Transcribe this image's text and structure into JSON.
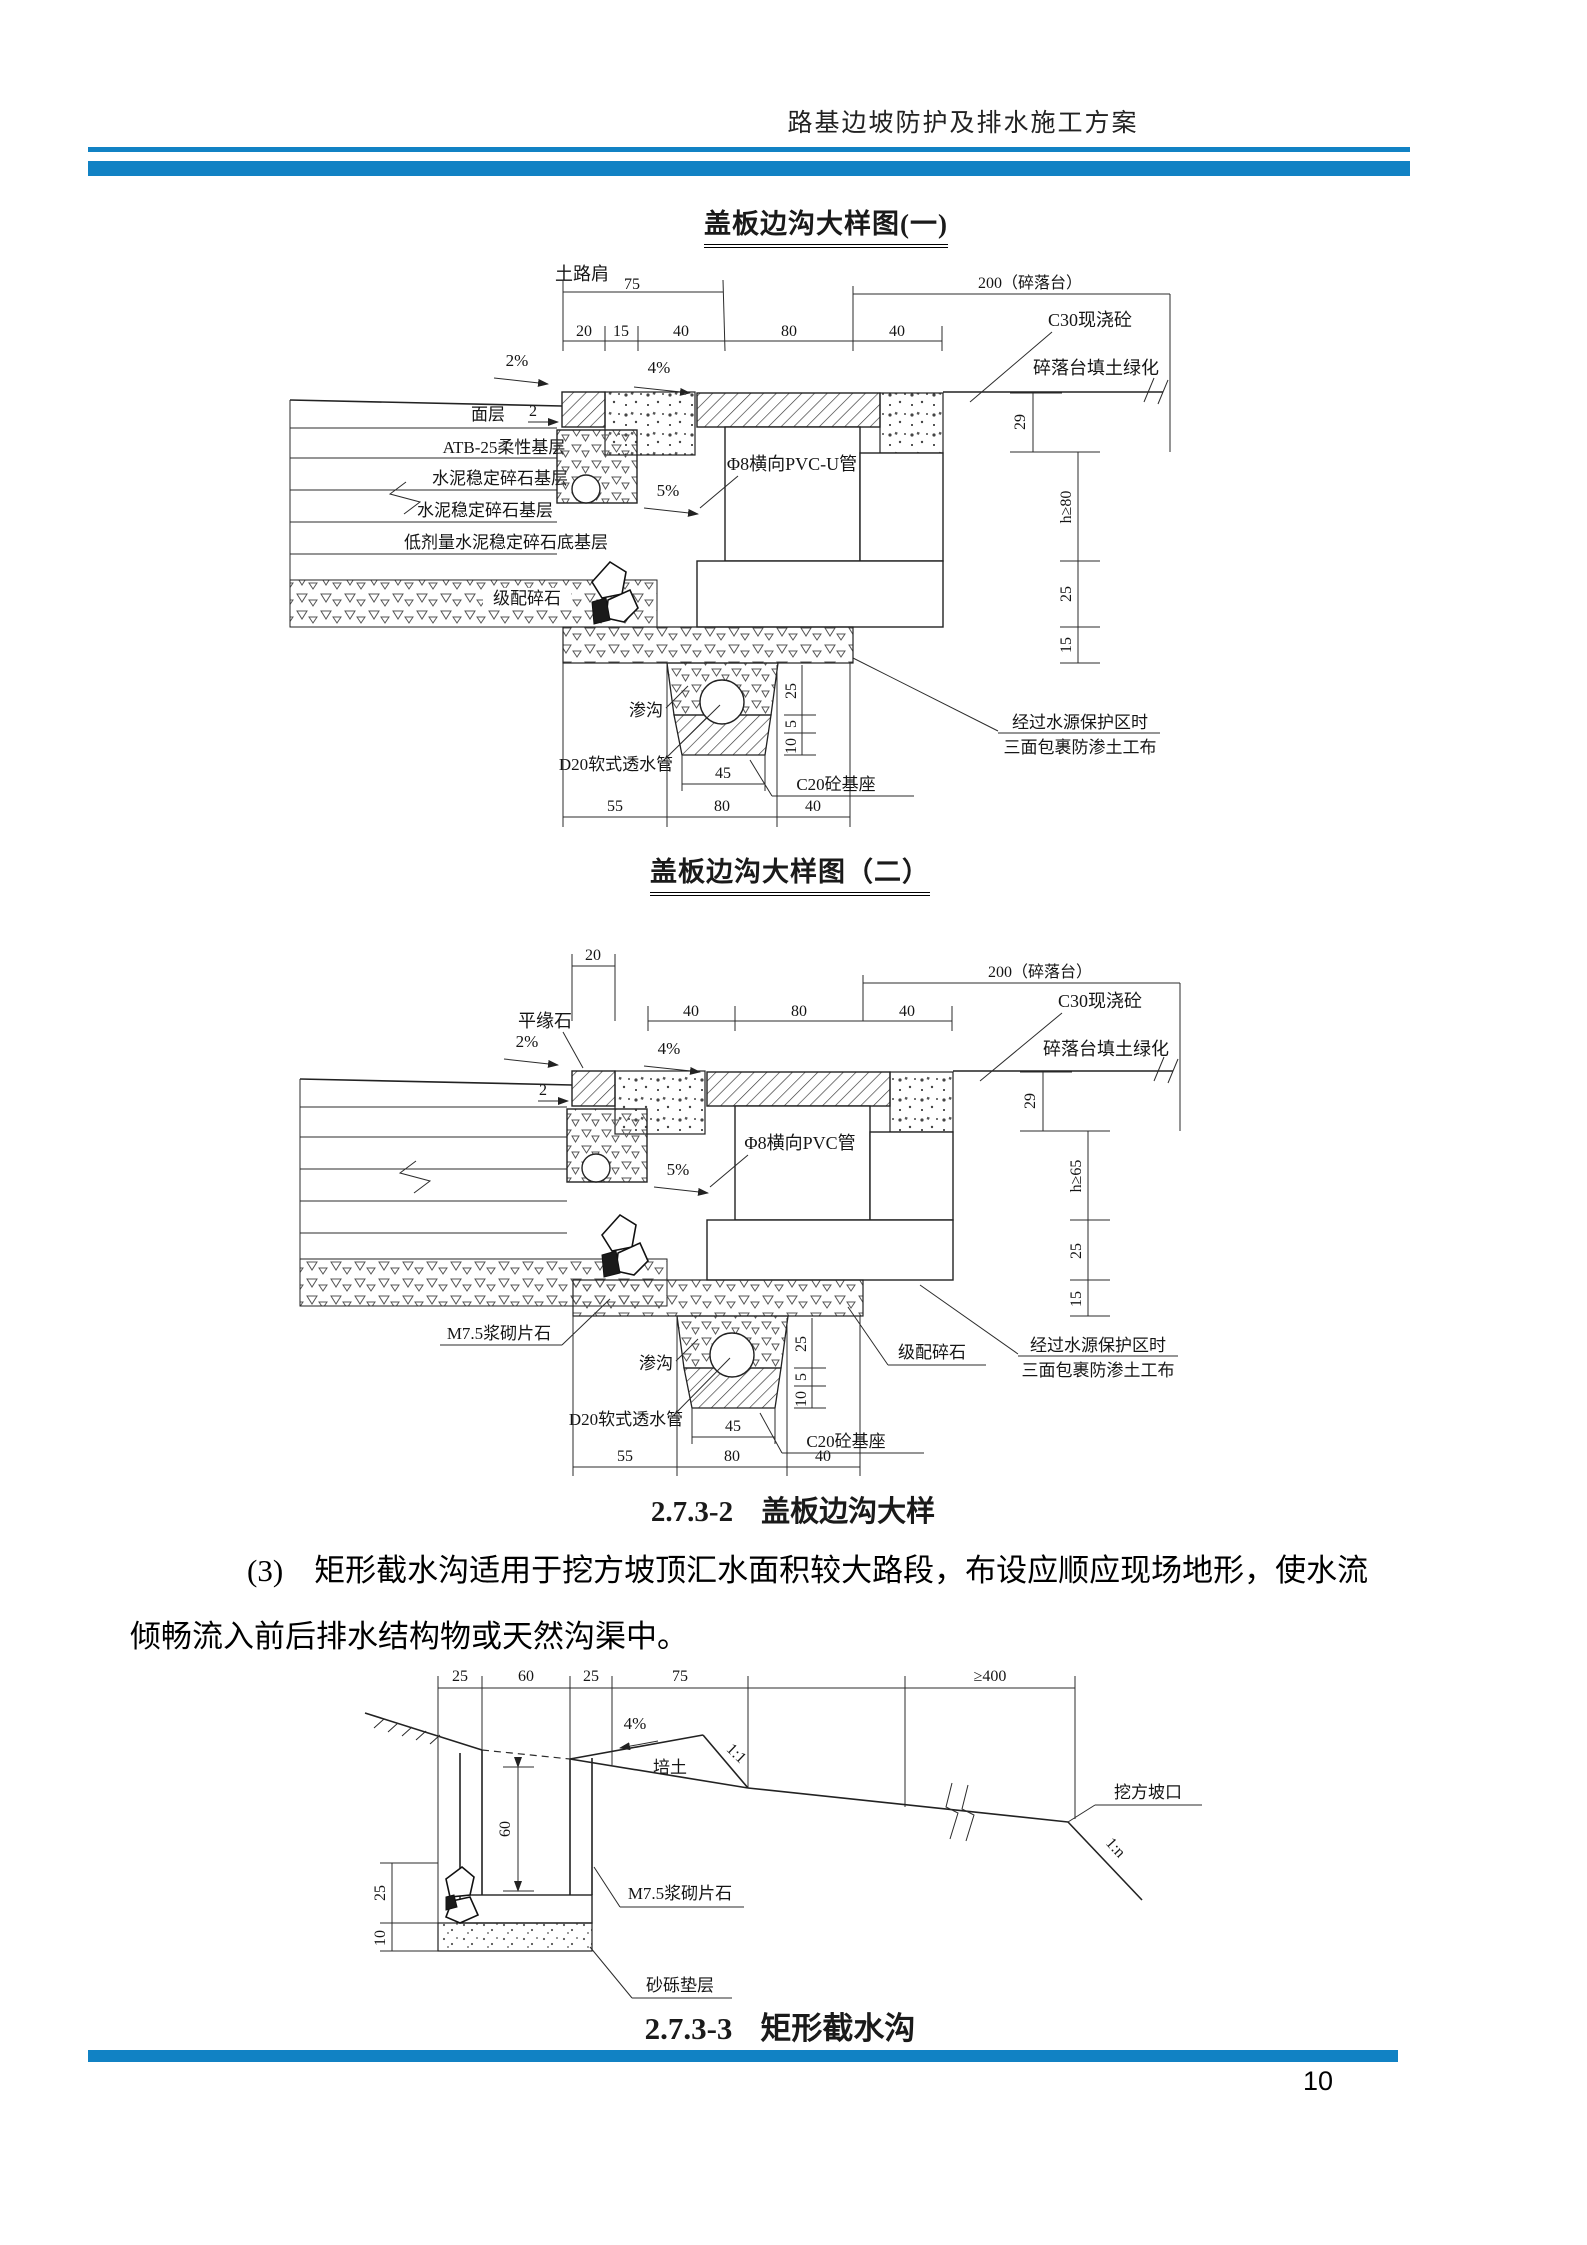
{
  "header": {
    "title": "路基边坡防护及排水施工方案"
  },
  "footer": {
    "page": "10"
  },
  "colors": {
    "accent": "#1182c4"
  },
  "titles": {
    "fig1": "盖板边沟大样图(一)",
    "fig2": "盖板边沟大样图（二）"
  },
  "captions": {
    "cap2_num": "2.7.3-2",
    "cap2_text": "盖板边沟大样",
    "cap3_num": "2.7.3-3",
    "cap3_text": "矩形截水沟"
  },
  "paragraph": {
    "line1": "(3)　矩形截水沟适用于挖方坡顶汇水面积较大路段，布设应顺应现场地形，使水流",
    "line2": "倾畅流入前后排水结构物或天然沟渠中。"
  },
  "fig1": {
    "lj": "土路肩",
    "d75": "75",
    "d20": "20",
    "d15": "15",
    "d40a": "40",
    "d80": "80",
    "d40b": "40",
    "d200": "200（碎落台）",
    "c30": "C30现浇砼",
    "lvhua": "碎落台填土绿化",
    "s2": "2%",
    "s4": "4%",
    "s5": "5%",
    "mc": "面层",
    "d2": "2",
    "atb": "ATB-25柔性基层",
    "sw1": "水泥稳定碎石基层",
    "sw2": "水泥稳定碎石基层",
    "djl": "低剂量水泥稳定碎石底基层",
    "jp": "级配碎石",
    "pvc": "Φ8横向PVC-U管",
    "d29": "29",
    "h": "h≥80",
    "d25a": "25",
    "d15a": "15",
    "sg": "渗沟",
    "d20p": "D20软式透水管",
    "c20": "C20砼基座",
    "bh1": "经过水源保护区时",
    "bh2": "三面包裹防渗土工布",
    "d45": "45",
    "d55": "55",
    "d80b": "80",
    "d40c": "40",
    "d25b": "25",
    "d5": "5",
    "d10": "10"
  },
  "fig2": {
    "d20t": "20",
    "d40a": "40",
    "d80": "80",
    "d40b": "40",
    "d200": "200（碎落台）",
    "c30": "C30现浇砼",
    "lvhua": "碎落台填土绿化",
    "pys": "平缘石",
    "s2": "2%",
    "s4": "4%",
    "s5": "5%",
    "d2": "2",
    "pvc": "Φ8横向PVC管",
    "d29": "29",
    "h": "h≥65",
    "d25a": "25",
    "d15a": "15",
    "m75": "M7.5浆砌片石",
    "sg": "渗沟",
    "d20p": "D20软式透水管",
    "jp": "级配碎石",
    "bh1": "经过水源保护区时",
    "bh2": "三面包裹防渗土工布",
    "c20": "C20砼基座",
    "d45": "45",
    "d55": "55",
    "d80b": "80",
    "d40c": "40",
    "d25b": "25",
    "d5": "5",
    "d10": "10"
  },
  "fig3": {
    "d25a": "25",
    "d60": "60",
    "d25b": "25",
    "d75": "75",
    "d400": "≥400",
    "s4": "4%",
    "pt": "培土",
    "r11": "1:1",
    "wf": "挖方坡口",
    "r1n": "1:n",
    "d60v": "60",
    "d25v": "25",
    "d10v": "10",
    "m75": "M7.5浆砌片石",
    "sl": "砂砾垫层"
  }
}
